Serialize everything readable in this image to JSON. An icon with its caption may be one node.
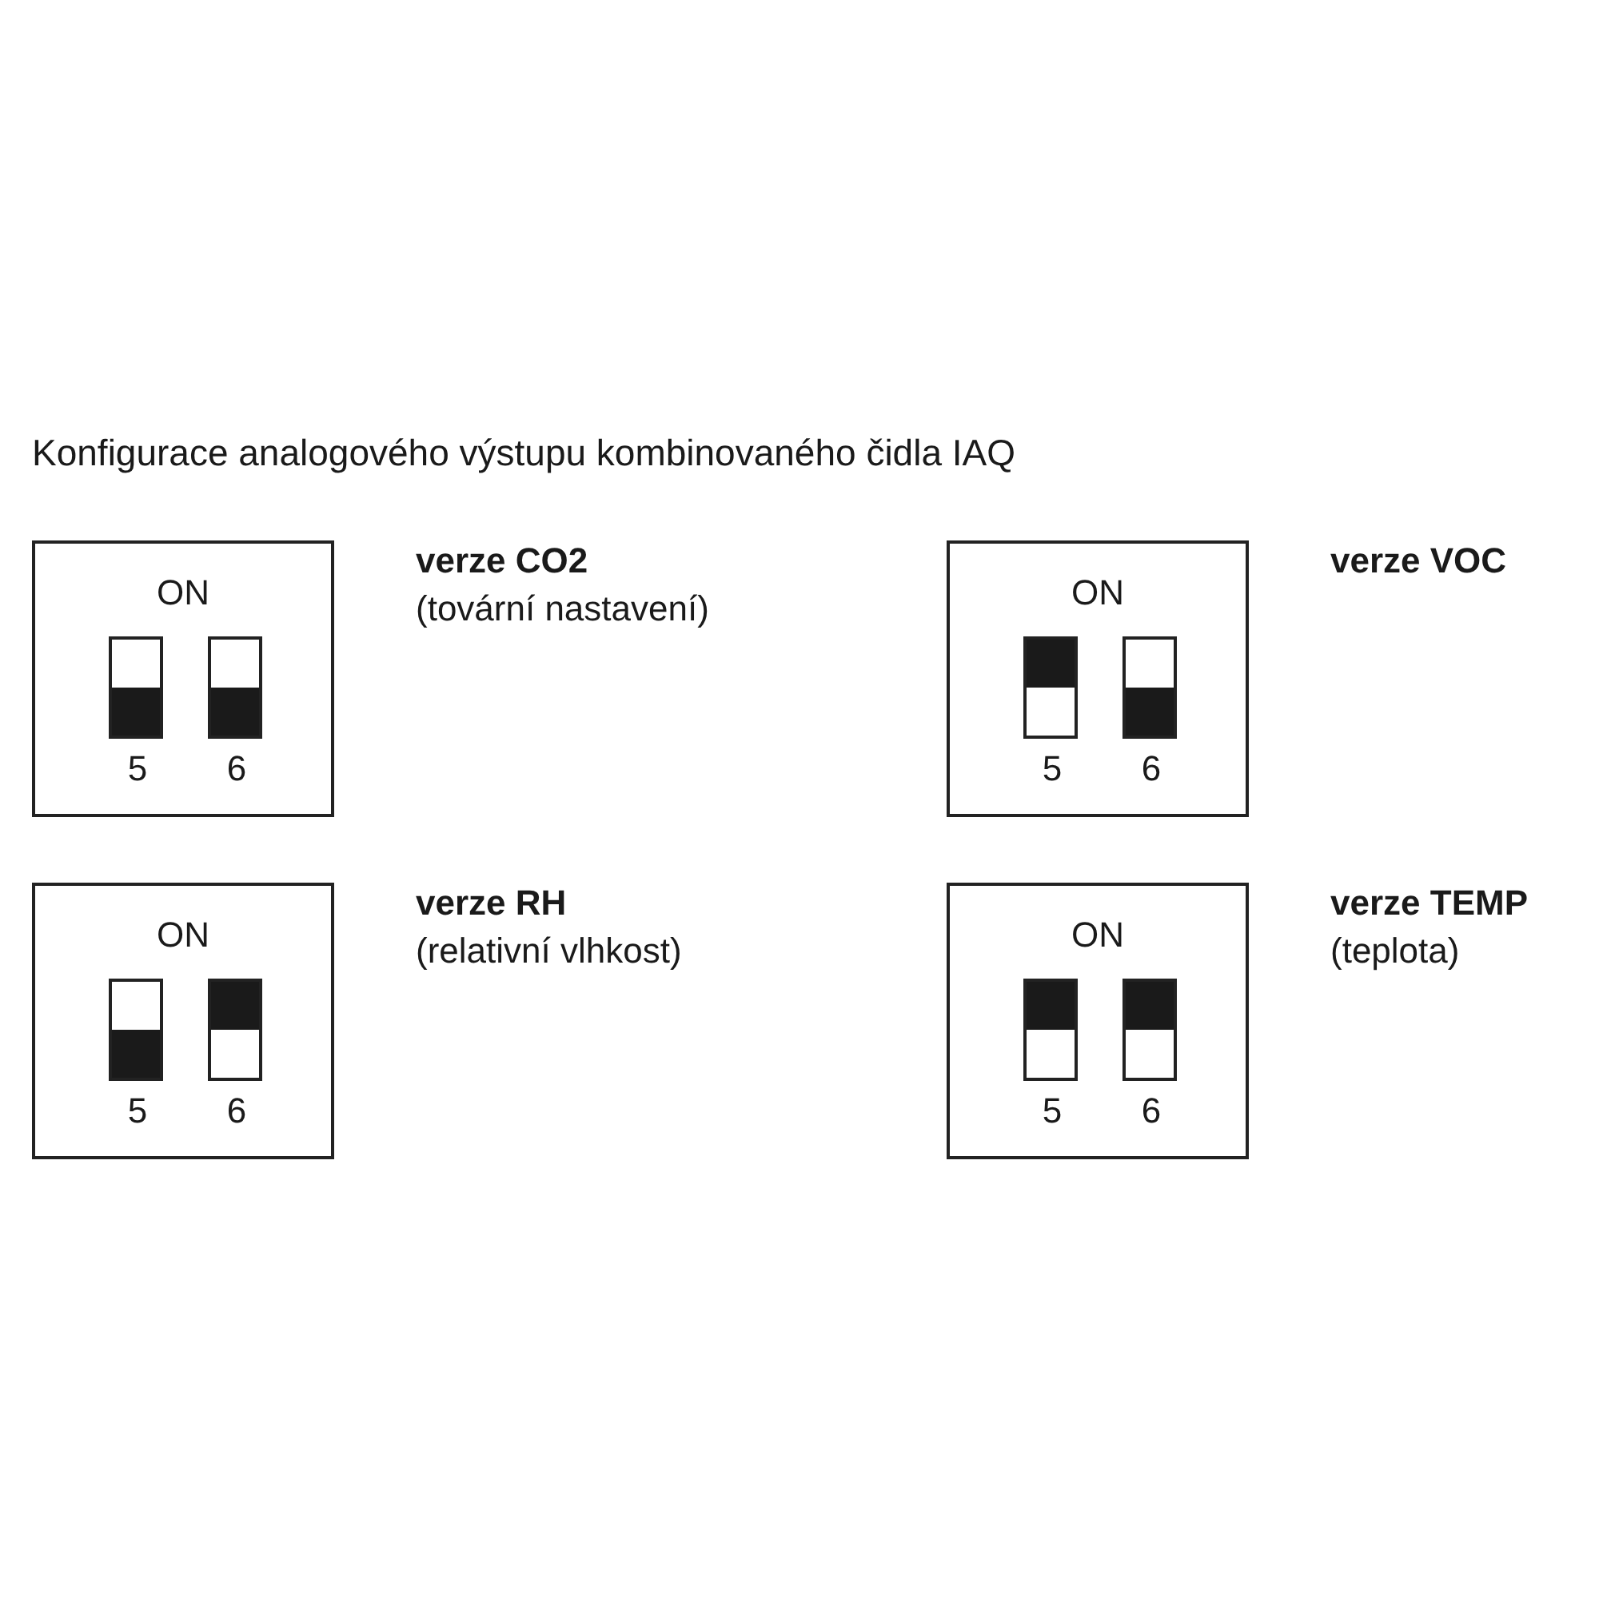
{
  "diagram": {
    "title": "Konfigurace analogového výstupu kombinovaného čidla IAQ",
    "nodes": [
      {
        "text": [
          "ON",
          "5",
          "6"
        ],
        "beside": [
          "verze CO2",
          "(tovární nastavení)"
        ]
      },
      {
        "text": [],
        "shape": "box",
        "in": 0
      },
      {
        "text": [],
        "shape": "box",
        "in": 0
      },
      {
        "text": [
          "ON",
          "5",
          "6"
        ],
        "beside": [
          "verze VOC"
        ]
      },
      {
        "text": [],
        "shape": "box",
        "in": 3
      },
      {
        "text": [],
        "shape": "box",
        "in": 3
      },
      {
        "text": [
          "ON",
          "5",
          "6"
        ],
        "beside": [
          "verze RH",
          "(relativní vlhkost)"
        ]
      },
      {
        "text": [],
        "shape": "box",
        "in": 6
      },
      {
        "text": [],
        "shape": "box",
        "in": 6
      },
      {
        "text": [
          "ON",
          "5",
          "6"
        ],
        "beside": [
          "verze TEMP",
          "(teplota)"
        ]
      },
      {
        "text": [],
        "shape": "box",
        "in": 9
      },
      {
        "text": [],
        "shape": "box",
        "in": 9
      }
    ],
    "edges": []
  }
}
